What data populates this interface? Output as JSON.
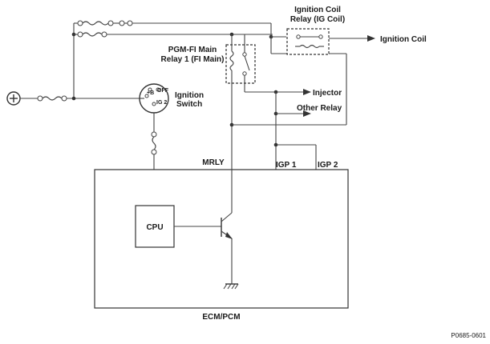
{
  "labels": {
    "ignition_coil_relay_line1": "Ignition Coil",
    "ignition_coil_relay_line2": "Relay (IG Coil)",
    "ignition_coil": "Ignition Coil",
    "pgm_fi_line1": "PGM-FI Main",
    "pgm_fi_line2": "Relay 1 (FI Main)",
    "injector": "Injector",
    "other_relay": "Other Relay",
    "ignition_switch_line1": "Ignition",
    "ignition_switch_line2": "Switch",
    "switch_b": "+B",
    "switch_off": "OFF",
    "switch_ig2": "IG 2",
    "mrly": "MRLY",
    "igp1": "IGP 1",
    "igp2": "IGP 2",
    "cpu": "CPU",
    "ecm_pcm": "ECM/PCM",
    "figure_code": "P0685-0601",
    "battery_symbol": "+"
  },
  "colors": {
    "line": "#444444",
    "text": "#1a1a1a",
    "background": "#ffffff"
  }
}
